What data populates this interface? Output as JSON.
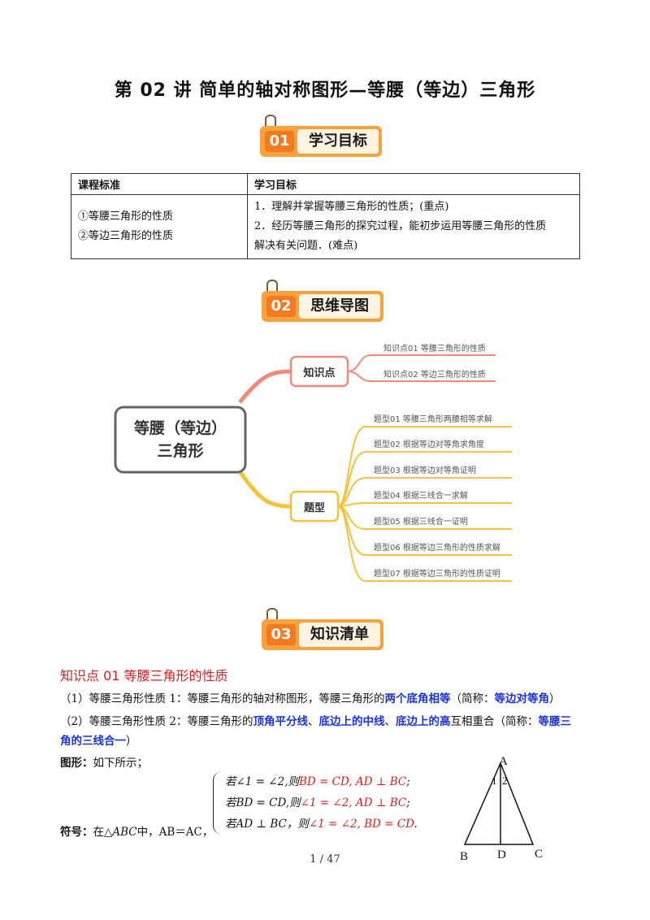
{
  "title": "第 02 讲    简单的轴对称图形—等腰（等边）三角形",
  "sections": {
    "s1": {
      "num": "01",
      "label": "学习目标"
    },
    "s2": {
      "num": "02",
      "label": "思维导图"
    },
    "s3": {
      "num": "03",
      "label": "知识清单"
    }
  },
  "goals_table": {
    "headers": [
      "课程标准",
      "学习目标"
    ],
    "standards": [
      "①等腰三角形的性质",
      "②等边三角形的性质"
    ],
    "objectives": [
      "1．理解并掌握等腰三角形的性质；(重点)",
      "2．经历等腰三角形的探究过程，能初步运用等腰三角形的性质",
      "解决有关问题．(难点)"
    ]
  },
  "mindmap": {
    "root_line1": "等腰（等边）",
    "root_line2": "三角形",
    "branch1": "知识点",
    "branch1_items": [
      "知识点01  等腰三角形的性质",
      "知识点02  等边三角形的性质"
    ],
    "branch2": "题型",
    "branch2_items": [
      "题型01  等腰三角形两腰相等求解",
      "题型02  根据等边对等角求角度",
      "题型03  根据等边对等角证明",
      "题型04  根据三线合一求解",
      "题型05  根据三线合一证明",
      "题型06  根据等边三角形的性质求解",
      "题型07  根据等边三角形的性质证明"
    ],
    "colors": {
      "red": "#f08a7a",
      "yellow": "#f5c23a",
      "root_border": "#666666"
    }
  },
  "knowledge": {
    "heading": "知识点 01    等腰三角形的性质",
    "p1_a": "（1）等腰三角形性质 1：等腰三角形的轴对称图形，等腰三角形的",
    "p1_b": "两个底角相等",
    "p1_c": "（简称：",
    "p1_d": "等边对等角",
    "p1_e": "）",
    "p2_a": "（2）等腰三角形性质 2：等腰三角形的",
    "p2_b": "顶角平分线",
    "p2_c": "、",
    "p2_d": "底边上的中线",
    "p2_e": "、",
    "p2_f": "底边上的高",
    "p2_g": "互相重合（简称：",
    "p2_h": "等腰三",
    "p2_i": "角的三线合一",
    "p2_j": "）",
    "fig_label": "图形：",
    "fig_text": "如下所示；",
    "sym_label": "符号：",
    "sym_text_a": "在",
    "sym_tri": "△ABC",
    "sym_text_b": "中，AB＝AC，",
    "cond1_a": "若∠1 = ∠2,则",
    "cond1_b": "BD = CD, AD ⊥ BC",
    "cond1_c": ";",
    "cond2_a": "若BD = CD,则",
    "cond2_b": "∠1 = ∠2, AD ⊥ BC",
    "cond2_c": ";",
    "cond3_a": "若AD ⊥ BC，则",
    "cond3_b": "∠1 = ∠2, BD = CD",
    "cond3_c": ".",
    "tri_labels": {
      "A": "A",
      "B": "B",
      "C": "C",
      "D": "D",
      "one": "1",
      "two": "2"
    }
  },
  "page_number": "1  /  47"
}
